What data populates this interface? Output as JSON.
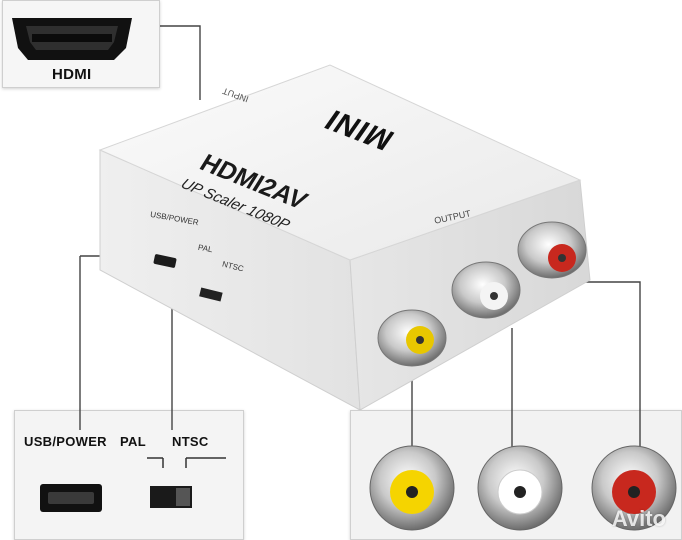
{
  "insets": {
    "hdmi": {
      "label": "HDMI"
    },
    "usb": {
      "usb_label": "USB/POWER",
      "pal_label": "PAL",
      "ntsc_label": "NTSC"
    }
  },
  "device": {
    "brand": "MINI",
    "model": "HDMI2AV",
    "tagline": "UP Scaler 1080P",
    "input_label": "INPUT",
    "output_label": "OUTPUT",
    "usb_label": "USB/POWER",
    "pal_label": "PAL",
    "ntsc_label": "NTSC"
  },
  "connectors": [
    {
      "name": "yellow-rca",
      "color": "#f5d400"
    },
    {
      "name": "white-rca",
      "color": "#ffffff"
    },
    {
      "name": "red-rca",
      "color": "#c8281e"
    }
  ],
  "watermark": "Avito"
}
